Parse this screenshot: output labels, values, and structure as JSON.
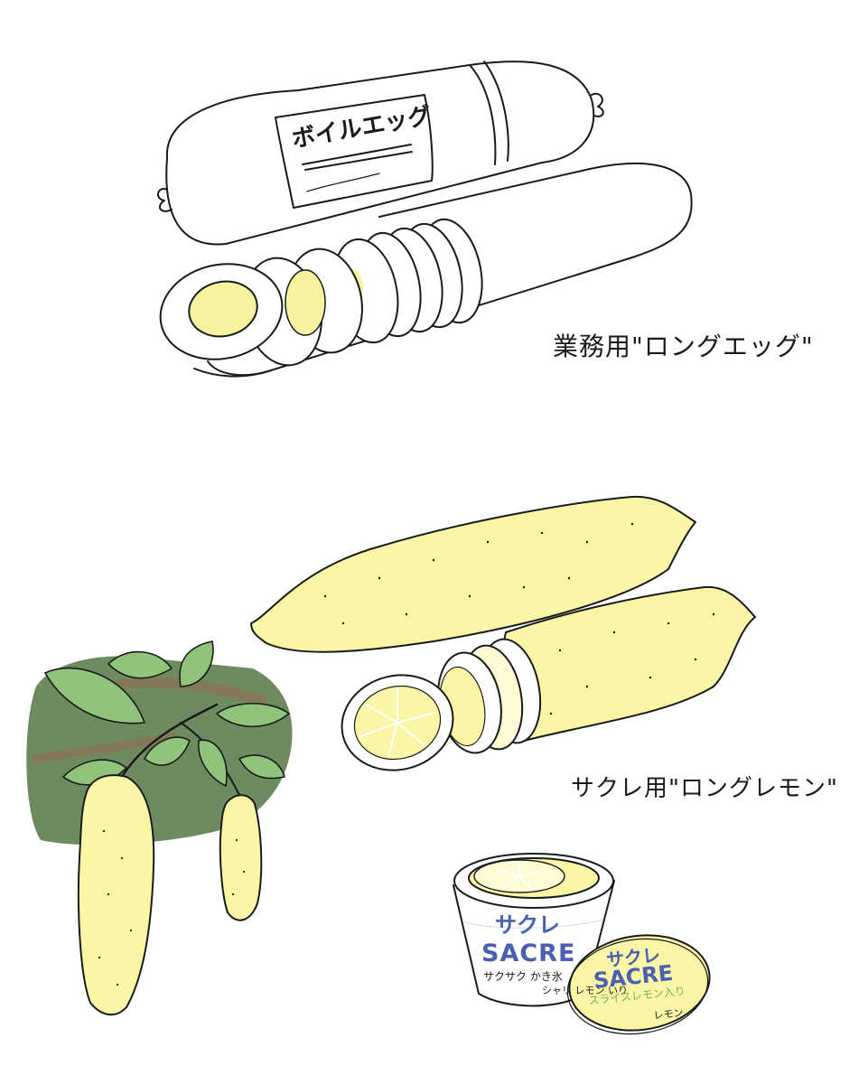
{
  "captions": {
    "long_egg": "業務用\"ロングエッグ\"",
    "long_lemon": "サクレ用\"ロングレモン\""
  },
  "egg_package": {
    "label": "ボイルエッグ"
  },
  "sacre_cup": {
    "brand_kana": "サクレ",
    "brand_latin": "SACRE",
    "desc_left": "サクサク かき氷",
    "desc_right": "シャリ レモン いり"
  },
  "sacre_lid": {
    "brand_kana": "サクレ",
    "brand_latin": "SACRE",
    "subtitle": "スライスレモン入り",
    "flavor": "レモン"
  },
  "colors": {
    "ink": "#1a1a1a",
    "yolk": "#f7f29e",
    "lemon": "#fbf6a6",
    "leaf": "#8fc47a",
    "leaf_shadow": "#6e8a60",
    "bark": "#8b7256",
    "sacre_blue": "#4a5fb0",
    "sacre_green": "#74b35a"
  }
}
